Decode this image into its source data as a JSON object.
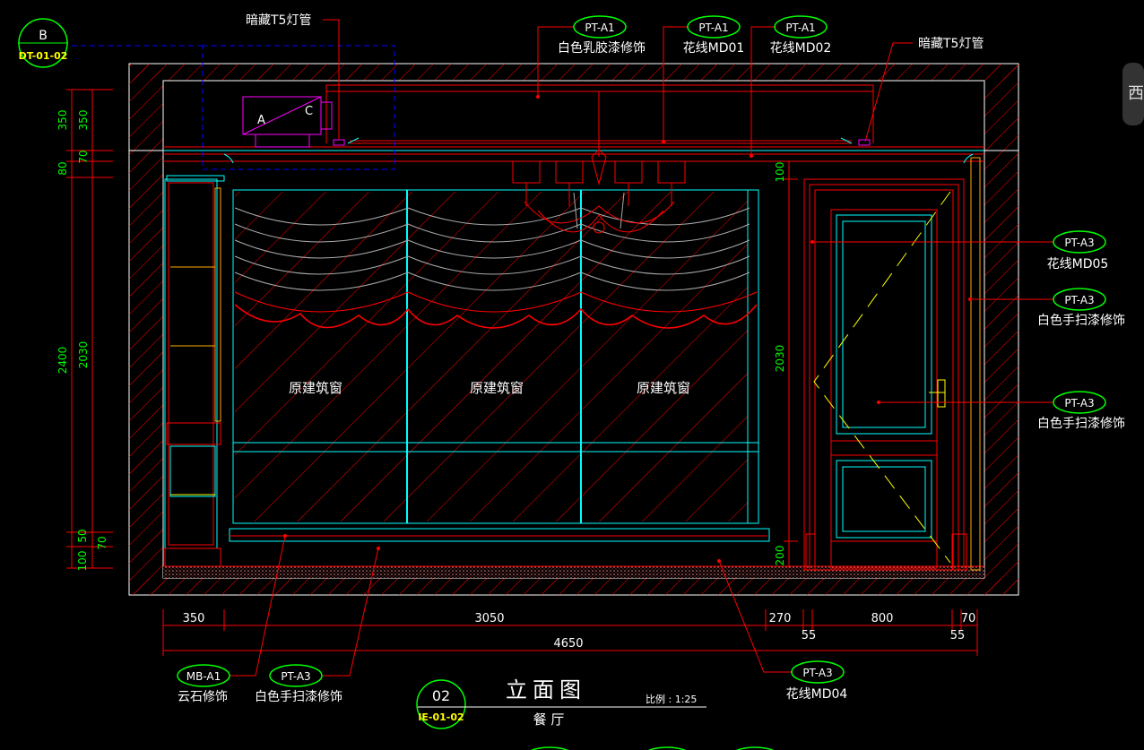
{
  "drawing": {
    "title": "立面图",
    "subtitle": "餐 厅",
    "scale": "比例 : 1:25",
    "bubble_main_num": "02",
    "bubble_main_ref": "IE-01-02",
    "bubble_section_letter": "B",
    "bubble_section_ref": "DT-01-02",
    "edge_text": "西"
  },
  "callouts": {
    "t5_left": "暗藏T5灯管",
    "t5_right": "暗藏T5灯管",
    "top1_code": "PT-A1",
    "top1_text": "白色乳胶漆修饰",
    "top2_code": "PT-A1",
    "top2_text": "花线MD01",
    "top3_code": "PT-A1",
    "top3_text": "花线MD02",
    "right1_code": "PT-A3",
    "right1_text": "花线MD05",
    "right2_code": "PT-A3",
    "right2_text": "白色手扫漆修饰",
    "right3_code": "PT-A3",
    "right3_text": "白色手扫漆修饰",
    "bl1_code": "MB-A1",
    "bl1_text": "云石修饰",
    "bl2_code": "PT-A3",
    "bl2_text": "白色手扫漆修饰",
    "br_code": "PT-A3",
    "br_text": "花线MD04"
  },
  "labels": {
    "window1": "原建筑窗",
    "window2": "原建筑窗",
    "window3": "原建筑窗",
    "ac_a": "A",
    "ac_c": "C"
  },
  "dims": {
    "left_outer": [
      "350",
      "80",
      "2400",
      "100"
    ],
    "left_inner": [
      "350",
      "70",
      "2030",
      "50",
      "70"
    ],
    "door_height": "2030",
    "door_top": "100",
    "door_bottom": "200",
    "bottom_row": [
      "350",
      "3050",
      "270",
      "800",
      "70"
    ],
    "bottom_small": [
      "55",
      "55"
    ],
    "total": "4650"
  }
}
